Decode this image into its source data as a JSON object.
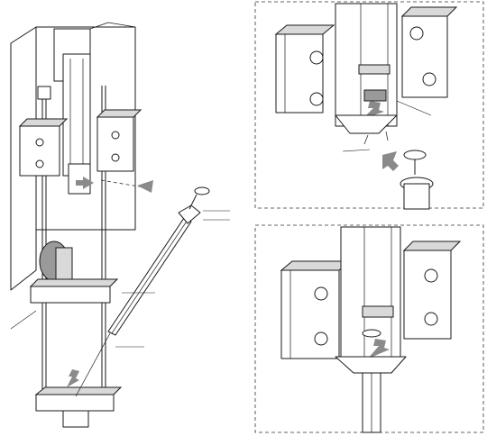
{
  "figure": {
    "type": "technical-illustration",
    "panels": [
      {
        "name": "main-assembly-view"
      },
      {
        "name": "detail-view-insert-needle"
      },
      {
        "name": "detail-view-needle-seated"
      }
    ]
  },
  "colors": {
    "line": "#1a1a1a",
    "fill": "#ffffff",
    "shade": "#d9d9d9",
    "arrow": "#8a8a8a",
    "dashed_frame": "#333333"
  },
  "icons": [
    "insert-arrow-icon",
    "dashed-direction-arrow-icon"
  ]
}
